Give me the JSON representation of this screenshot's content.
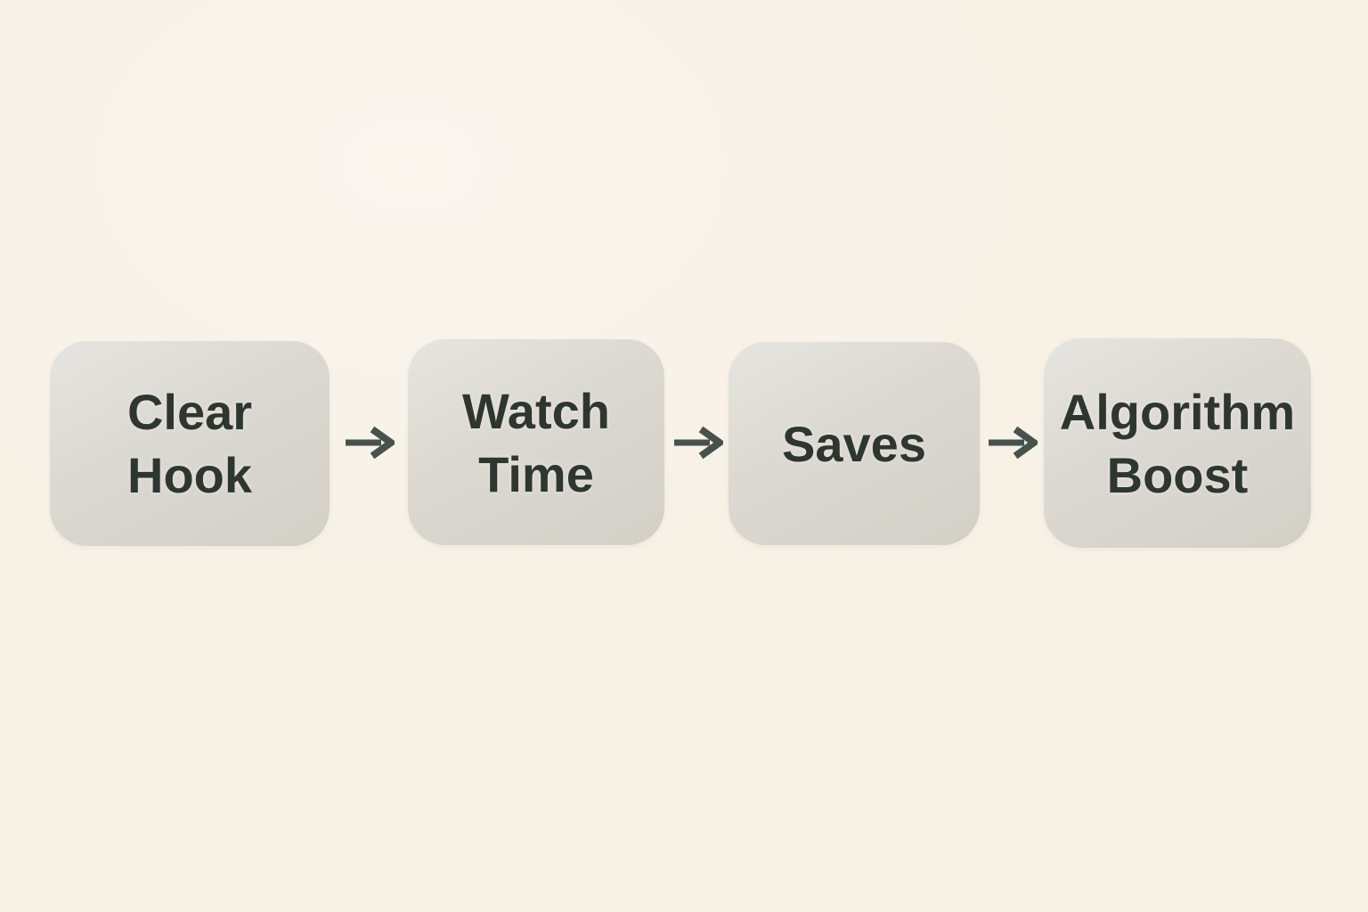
{
  "diagram": {
    "type": "flowchart",
    "direction": "left-to-right",
    "steps": [
      {
        "label": "Clear\nHook"
      },
      {
        "label": "Watch\nTime"
      },
      {
        "label": "Saves"
      },
      {
        "label": "Algorithm\nBoost"
      }
    ],
    "connectors": [
      {
        "from": "Clear Hook",
        "to": "Watch Time",
        "icon": "arrow-right"
      },
      {
        "from": "Watch Time",
        "to": "Saves",
        "icon": "arrow-right"
      },
      {
        "from": "Saves",
        "to": "Algorithm Boost",
        "icon": "arrow-right"
      }
    ]
  },
  "colors": {
    "background": "#f7f1e6",
    "box_fill": "#dbd9d1",
    "text": "#2e3631",
    "arrow": "#47524d"
  }
}
